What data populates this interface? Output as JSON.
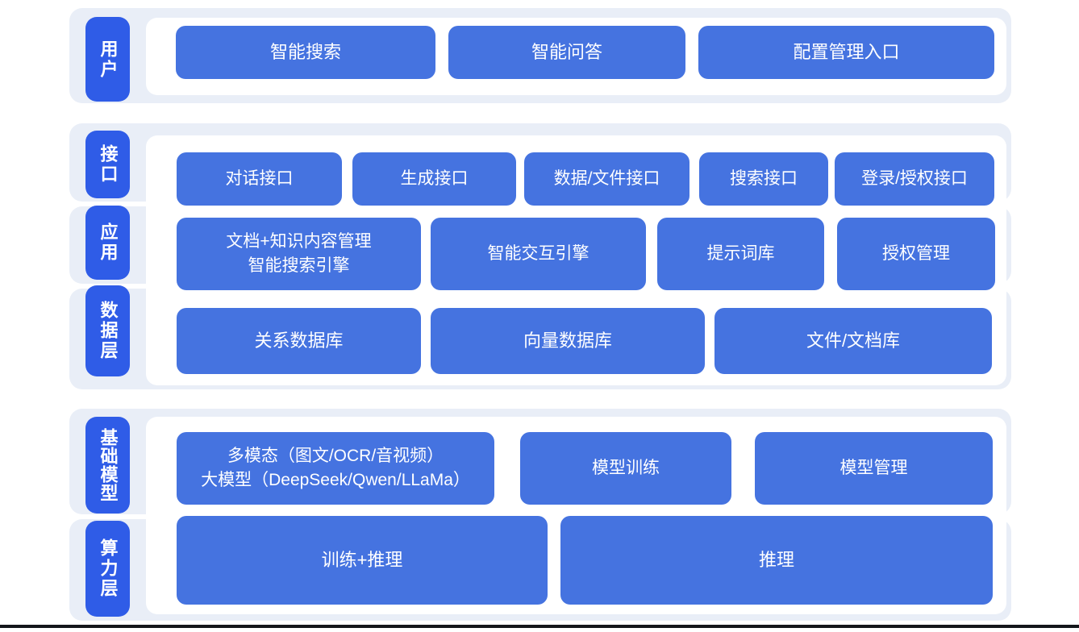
{
  "colors": {
    "band_background": "#e9eef7",
    "pill_blue": "#2f5ce7",
    "node_blue": "#4573e0",
    "panel_white": "#ffffff",
    "text_white": "#ffffff",
    "bottom_rule": "#14161a"
  },
  "layers": [
    {
      "pill": "用户",
      "buttons": [
        {
          "label": "智能搜索"
        },
        {
          "label": "智能问答"
        },
        {
          "label": "配置管理入口"
        }
      ]
    },
    {
      "pill": "接口",
      "buttons": [
        {
          "label": "对话接口"
        },
        {
          "label": "生成接口"
        },
        {
          "label": "数据/文件接口"
        },
        {
          "label": "搜索接口"
        },
        {
          "label": "登录/授权接口"
        }
      ]
    },
    {
      "pill": "应用",
      "buttons": [
        {
          "label": "文档+知识内容管理\n智能搜索引擎"
        },
        {
          "label": "智能交互引擎"
        },
        {
          "label": "提示词库"
        },
        {
          "label": "授权管理"
        }
      ]
    },
    {
      "pill": "数据层",
      "buttons": [
        {
          "label": "关系数据库"
        },
        {
          "label": "向量数据库"
        },
        {
          "label": "文件/文档库"
        }
      ]
    },
    {
      "pill": "基础模型",
      "buttons": [
        {
          "label": "多模态（图文/OCR/音视频）\n大模型（DeepSeek/Qwen/LLaMa）"
        },
        {
          "label": "模型训练"
        },
        {
          "label": "模型管理"
        }
      ]
    },
    {
      "pill": "算力层",
      "buttons": [
        {
          "label": "训练+推理"
        },
        {
          "label": "推理"
        }
      ]
    }
  ]
}
